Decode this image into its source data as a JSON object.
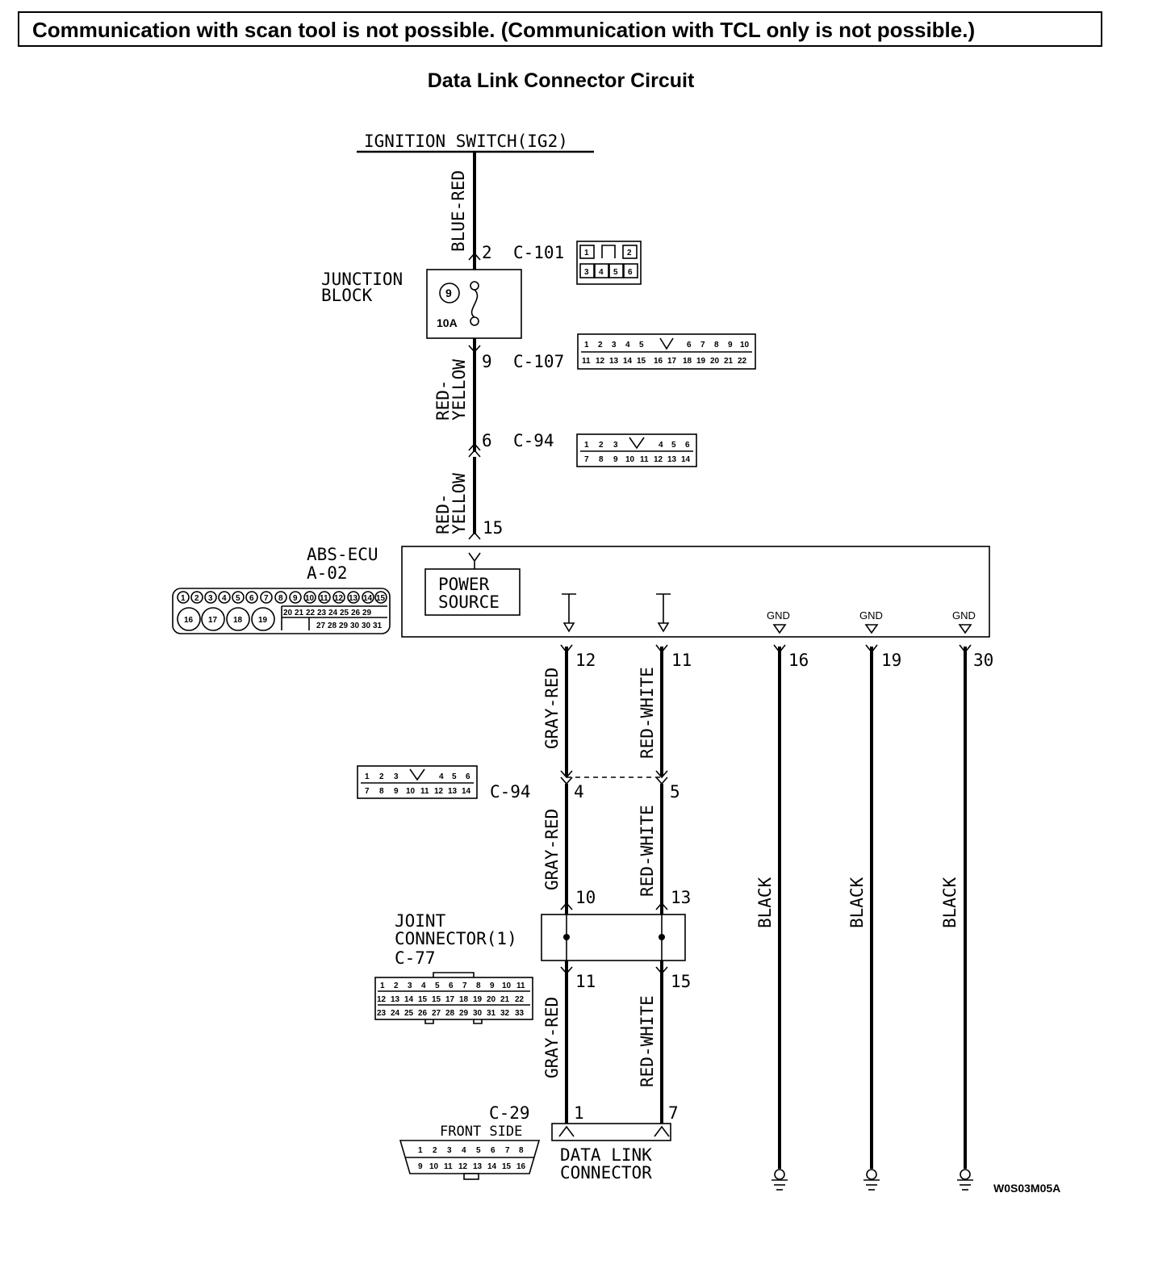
{
  "header": {
    "title": "Communication with scan tool is not possible. (Communication with TCL only is not possible.)"
  },
  "diagram": {
    "title": "Data Link Connector Circuit",
    "figure_code": "W0S03M05A",
    "ignition": {
      "label": "IGNITION SWITCH(IG2)"
    },
    "junction_block": {
      "label_line1": "JUNCTION",
      "label_line2": "BLOCK",
      "fuse_number": "9",
      "fuse_rating": "10A"
    },
    "abs_ecu": {
      "label_line1": "ABS-ECU",
      "label_line2": "A-02",
      "power_line1": "POWER",
      "power_line2": "SOURCE",
      "gnd_label": "GND"
    },
    "joint_connector": {
      "label_line1": "JOINT",
      "label_line2": "CONNECTOR(1)",
      "label_line3": "C-77"
    },
    "dlc": {
      "code": "C-29",
      "side": "FRONT SIDE",
      "label_line1": "DATA LINK",
      "label_line2": "CONNECTOR"
    },
    "connectors": {
      "c101": "C-101",
      "c107": "C-107",
      "c94_top": "C-94",
      "c94_mid": "C-94"
    },
    "wires": {
      "blue_red": "BLUE-RED",
      "red_yellow_line1": "RED-",
      "red_yellow_line2": "YELLOW",
      "gray_red": "GRAY-RED",
      "red_white": "RED-WHITE",
      "black": "BLACK"
    },
    "pins": {
      "c101": "2",
      "c107": "9",
      "c94_top": "6",
      "ecu_power": "15",
      "ecu_gray": "12",
      "ecu_redwhite": "11",
      "gnd1": "16",
      "gnd2": "19",
      "gnd3": "30",
      "c94_gray": "4",
      "c94_redwhite": "5",
      "jc_in_gray": "10",
      "jc_in_redwhite": "13",
      "jc_out_gray": "11",
      "jc_out_redwhite": "15",
      "dlc_gray": "1",
      "dlc_redwhite": "7"
    }
  }
}
